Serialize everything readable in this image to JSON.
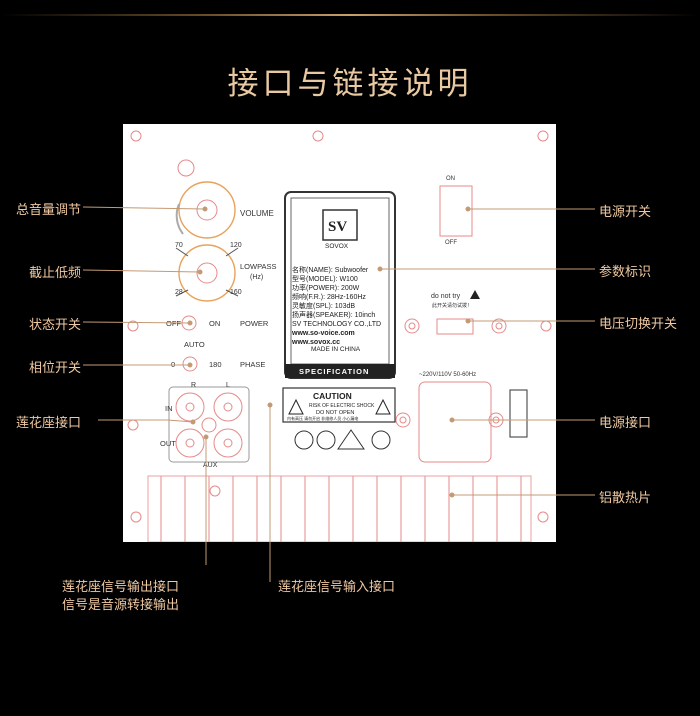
{
  "title": "接口与链接说明",
  "labels": {
    "volume": "总音量调节",
    "lowpass": "截止低频",
    "status_switch": "状态开关",
    "phase_switch": "相位开关",
    "rca_port": "莲花座接口",
    "power_switch": "电源开关",
    "param_label": "参数标识",
    "voltage_switch": "电压切换开关",
    "power_port": "电源接口",
    "heatsink": "铝散热片",
    "rca_output_line1": "莲花座信号输出接口",
    "rca_output_line2": "信号是音源转接输出",
    "rca_input": "莲花座信号输入接口"
  },
  "panel": {
    "volume_text": "VOLUME",
    "lowpass_text": "LOWPASS",
    "hz_text": "(Hz)",
    "freq_70": "70",
    "freq_120": "120",
    "freq_28": "28",
    "freq_160": "160",
    "off_text": "OFF",
    "on_text": "ON",
    "power_text": "POWER",
    "auto_text": "AUTO",
    "phase_0": "0",
    "phase_180": "180",
    "phase_text": "PHASE",
    "r_text": "R",
    "l_text": "L",
    "in_text": "IN",
    "out_text": "OUT",
    "aux_text": "AUX",
    "switch_on": "ON",
    "switch_off": "OFF",
    "do_not_try": "do not try",
    "do_not_try_cn": "此开关请勿试拨！",
    "voltage_rating": "~220V/110V 50-60Hz",
    "logo_text": "SOVOX",
    "spec_lines": [
      "名称(NAME): Subwoofer",
      "型号(MODEL): W100",
      "功率(POWER): 200W",
      "频响(F.R.): 28Hz-160Hz",
      "灵敏度(SPL): 103dB",
      "扬声器(SPEAKER): 10inch",
      "SV TECHNOLOGY CO.,LTD",
      "www.so-voice.com",
      "www.sovox.cc"
    ],
    "made_in": "MADE IN CHINA",
    "specification": "SPECIFICATION",
    "caution": "CAUTION",
    "caution_line1": "RISK OF ELECTRIC SHOCK",
    "caution_line2": "DO NOT OPEN",
    "caution_line3": "内有高压  请勿开启  非维修人员 小心漏电"
  },
  "colors": {
    "accent": "#e8c9a2",
    "line": "#c49a74",
    "panel_stroke": "#e58a8a"
  }
}
